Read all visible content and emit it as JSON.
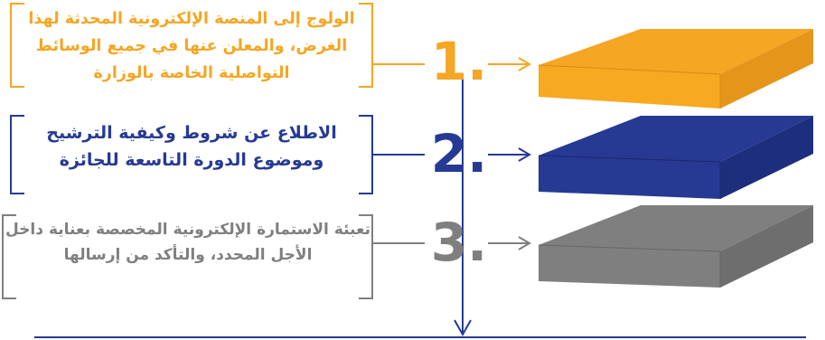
{
  "steps": [
    {
      "number": "1.",
      "text": "الولوج إلى المنصة الإلكترونية المحدثة لهذا الغرض، والمعلن عنها في جميع الوسائط التواصلية الخاصة بالوزارة",
      "color": "#f5a623"
    },
    {
      "number": "2.",
      "text": "الاطلاع عن شروط وكيفية الترشيح وموضوع الدورة التاسعة للجائزة",
      "color": "#263a94"
    },
    {
      "number": "3.",
      "text": "تعبئة الاستمارة الإلكترونية المخصصة بعناية داخل الأجل المحدد، والتأكد من إرسالها",
      "color": "#7f7f7f"
    }
  ],
  "colors": {
    "orange": "#f5a623",
    "blue": "#263a94",
    "gray": "#7f7f7f",
    "axis": "#263a94"
  }
}
